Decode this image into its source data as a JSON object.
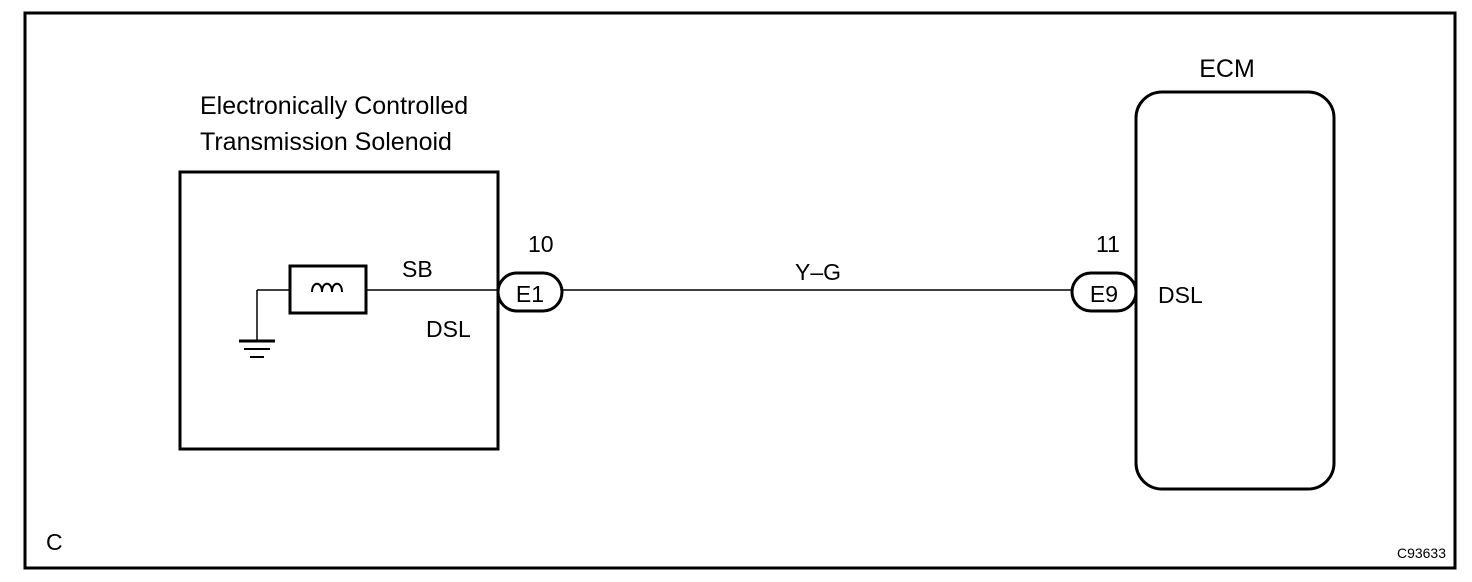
{
  "solenoid": {
    "title_line1": "Electronically Controlled",
    "title_line2": "Transmission Solenoid",
    "terminal_label_top": "SB",
    "terminal_label_bottom": "DSL"
  },
  "connector_left": {
    "pin": "10",
    "code": "E1"
  },
  "wire": {
    "color_code": "Y–G"
  },
  "connector_right": {
    "pin": "11",
    "code": "E9"
  },
  "ecm": {
    "title": "ECM",
    "terminal_label": "DSL"
  },
  "corner_letter": "C",
  "figure_code": "C93633",
  "icons": {
    "coil": "solenoid-coil-icon",
    "ground": "ground-icon"
  }
}
